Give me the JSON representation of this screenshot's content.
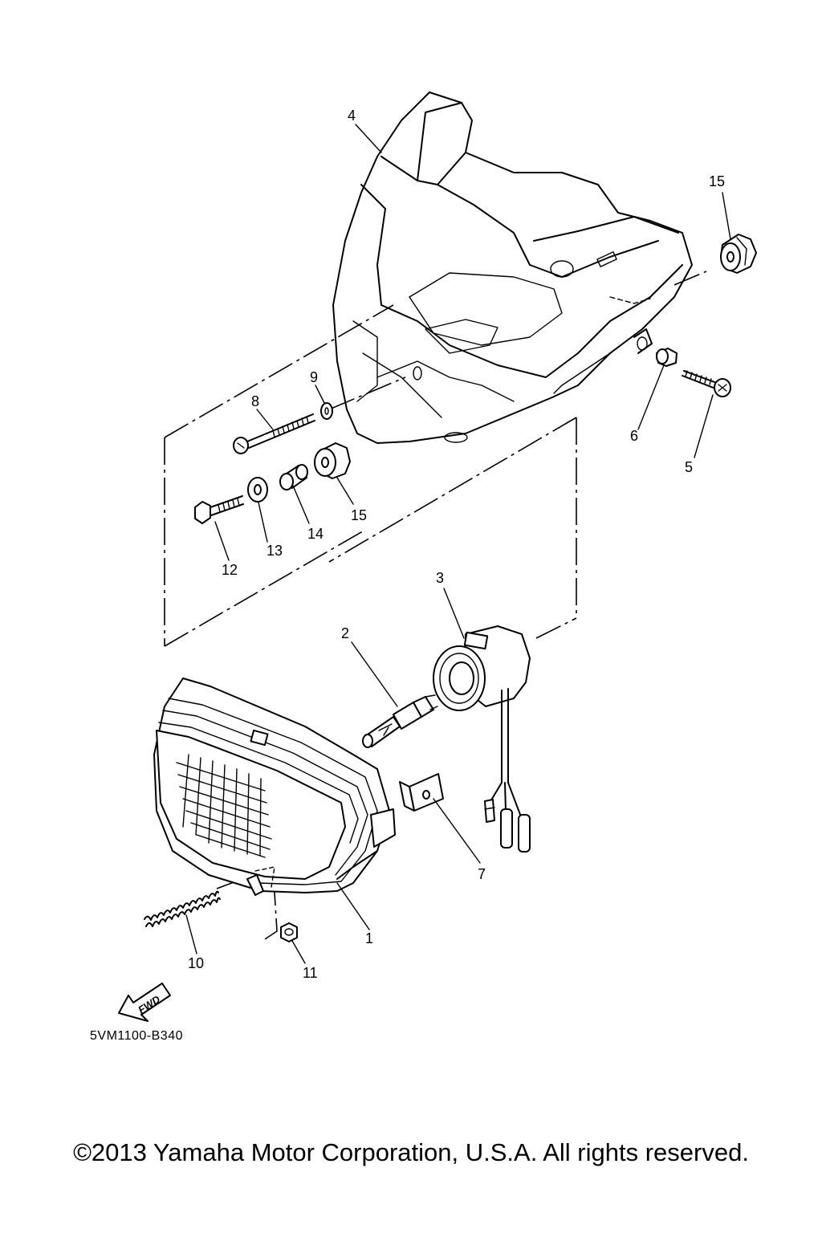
{
  "callouts": [
    "1",
    "2",
    "3",
    "4",
    "5",
    "6",
    "7",
    "8",
    "9",
    "10",
    "11",
    "12",
    "13",
    "14",
    "15"
  ],
  "callout_15b": "15",
  "fwd_label": "FWD",
  "diagram_code": "5VM1100-B340",
  "copyright": "©2013 Yamaha Motor Corporation, U.S.A. All rights reserved.",
  "icons": {
    "forward": "arrow-fwd-icon"
  }
}
